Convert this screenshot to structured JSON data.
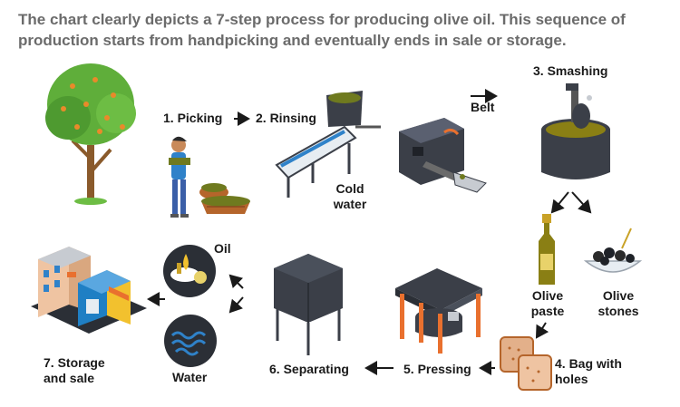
{
  "intro": {
    "line1": "The chart clearly depicts a 7-step process for producing olive oil. This sequence of",
    "line2": "production starts from handpicking and eventually ends in sale or storage."
  },
  "labels": {
    "picking": "1. Picking",
    "rinsing": "2. Rinsing",
    "belt": "Belt",
    "smashing": "3. Smashing",
    "cold_water_1": "Cold",
    "cold_water_2": "water",
    "olive_paste_1": "Olive",
    "olive_paste_2": "paste",
    "olive_stones_1": "Olive",
    "olive_stones_2": "stones",
    "bag_1": "4. Bag with",
    "bag_2": "holes",
    "pressing": "5. Pressing",
    "separating": "6. Separating",
    "oil": "Oil",
    "water": "Water",
    "storage_1": "7. Storage",
    "storage_2": "and sale"
  },
  "colors": {
    "arrow": "#1a1a1a",
    "olive_green": "#6f7a1f",
    "tree_green": "#5fae3a",
    "machine_dark": "#3b3f48",
    "basket": "#b5652b",
    "bottle": "#8a7f14",
    "bag": "#e3b08a",
    "press_orange": "#e9702e",
    "water_blue": "#2f82c9"
  },
  "icons": [
    "olive-tree-icon",
    "picker-person-icon",
    "olive-baskets-icon",
    "rinsing-conveyor-icon",
    "belt-machine-icon",
    "smashing-machine-icon",
    "olive-oil-bottle-icon",
    "olive-stones-bowl-icon",
    "sacks-icon",
    "pressing-machine-icon",
    "separator-tank-icon",
    "oil-circle-icon",
    "water-circle-icon",
    "storefront-building-icon"
  ]
}
